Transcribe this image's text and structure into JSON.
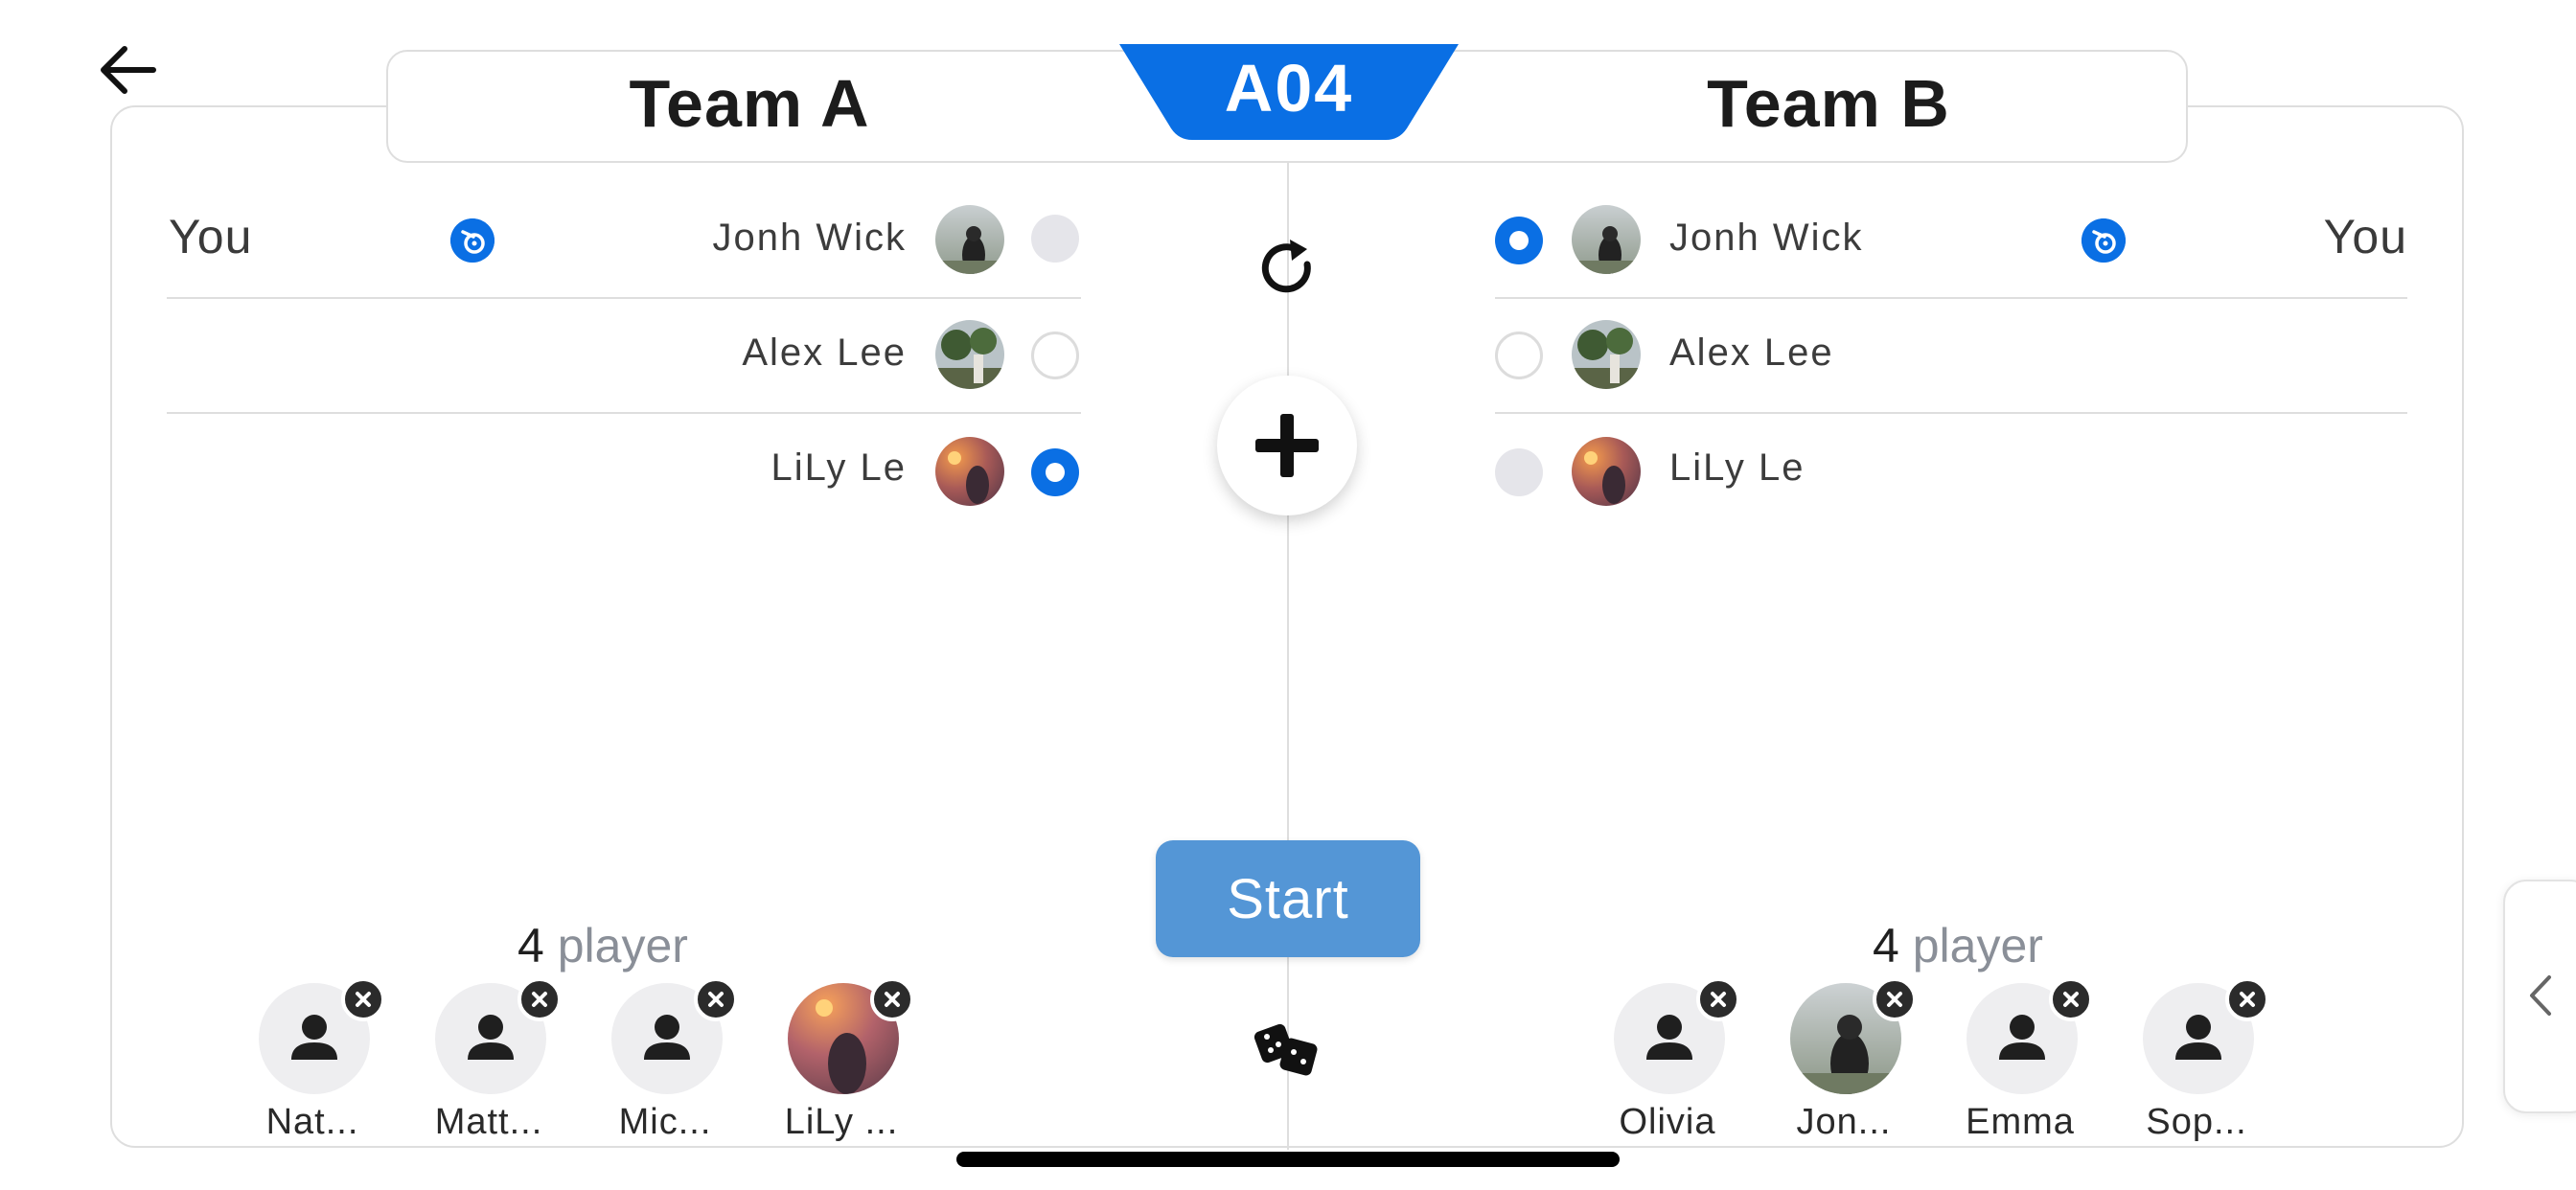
{
  "header": {
    "team_a": "Team A",
    "team_b": "Team B",
    "room_code": "A04",
    "accent_color": "#0a6fe4"
  },
  "team_a": {
    "you_label": "You",
    "players": [
      {
        "name": "Jonh Wick",
        "radio": "disabled",
        "is_you": true
      },
      {
        "name": "Alex Lee",
        "radio": "empty",
        "is_you": false
      },
      {
        "name": "LiLy Le",
        "radio": "selected",
        "is_you": false
      }
    ],
    "count": "4",
    "count_label": "player",
    "bench": [
      {
        "name": "Nat...",
        "has_photo": false
      },
      {
        "name": "Matt...",
        "has_photo": false
      },
      {
        "name": "Mic...",
        "has_photo": false
      },
      {
        "name": "LiLy ...",
        "has_photo": true
      }
    ]
  },
  "team_b": {
    "you_label": "You",
    "players": [
      {
        "name": "Jonh Wick",
        "radio": "selected",
        "is_you": true
      },
      {
        "name": "Alex Lee",
        "radio": "empty",
        "is_you": false
      },
      {
        "name": "LiLy Le",
        "radio": "disabled",
        "is_you": false
      }
    ],
    "count": "4",
    "count_label": "player",
    "bench": [
      {
        "name": "Olivia",
        "has_photo": false
      },
      {
        "name": "Jon...",
        "has_photo": true
      },
      {
        "name": "Emma",
        "has_photo": false
      },
      {
        "name": "Sop...",
        "has_photo": false
      }
    ]
  },
  "controls": {
    "start_label": "Start",
    "icons": [
      "back-arrow-icon",
      "refresh-icon",
      "plus-icon",
      "dice-icon",
      "chevron-left-icon",
      "whistle-icon",
      "remove-icon"
    ]
  }
}
